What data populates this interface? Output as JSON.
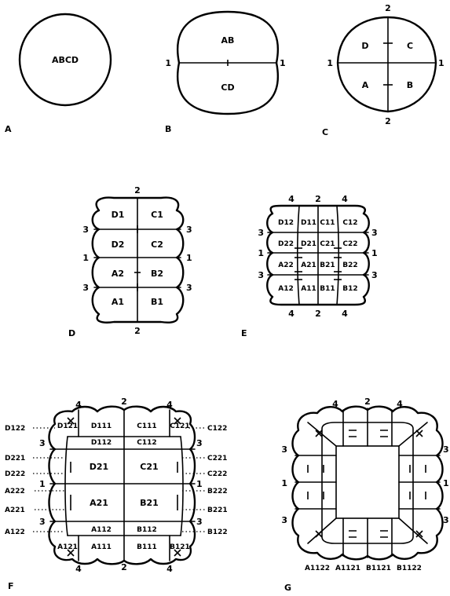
{
  "panels": {
    "a": {
      "label": "A",
      "text": "ABCD"
    },
    "b": {
      "label": "B",
      "top": "AB",
      "bottom": "CD",
      "num": "1"
    },
    "c": {
      "label": "C",
      "cells": {
        "tl": "D",
        "tr": "C",
        "bl": "A",
        "br": "B"
      },
      "num1": "1",
      "num2": "2"
    },
    "d": {
      "label": "D",
      "rows": [
        [
          "D1",
          "C1"
        ],
        [
          "D2",
          "C2"
        ],
        [
          "A2",
          "B2"
        ],
        [
          "A1",
          "B1"
        ]
      ],
      "left_nums": [
        "3",
        "1",
        "3"
      ],
      "right_nums": [
        "3",
        "1",
        "3"
      ],
      "top": "2",
      "bottom": "2"
    },
    "e": {
      "label": "E",
      "rows": [
        [
          "D12",
          "D11",
          "C11",
          "C12"
        ],
        [
          "D22",
          "D21",
          "C21",
          "C22"
        ],
        [
          "A22",
          "A21",
          "B21",
          "B22"
        ],
        [
          "A12",
          "A11",
          "B11",
          "B12"
        ]
      ],
      "top_nums": [
        "4",
        "2",
        "4"
      ],
      "bottom_nums": [
        "4",
        "2",
        "4"
      ],
      "left_nums": [
        "3",
        "1",
        "3"
      ],
      "right_nums": [
        "3",
        "1",
        "3"
      ]
    },
    "f": {
      "label": "F",
      "top_cells": [
        "D121",
        "D111",
        "C111",
        "C121"
      ],
      "second_cells": [
        "D112",
        "C112"
      ],
      "center_top": [
        "D21",
        "C21"
      ],
      "center_bottom": [
        "A21",
        "B21"
      ],
      "lower_cells": [
        "A112",
        "B112"
      ],
      "bottom_cells": [
        "A121",
        "A111",
        "B111",
        "B121"
      ],
      "left_outside": [
        "D122",
        "D221",
        "D222",
        "A222",
        "A221",
        "A122"
      ],
      "right_outside": [
        "C122",
        "C221",
        "C222",
        "B222",
        "B221",
        "B122"
      ],
      "top_nums": [
        "4",
        "2",
        "4"
      ],
      "bottom_nums": [
        "4",
        "2",
        "4"
      ],
      "left_nums": [
        "3",
        "1",
        "3"
      ],
      "right_nums": [
        "3",
        "1",
        "3"
      ]
    },
    "g": {
      "label": "G",
      "bottom_labels": [
        "A1122",
        "A1121",
        "B1121",
        "B1122"
      ],
      "top_nums": [
        "4",
        "2",
        "4"
      ],
      "left_nums": [
        "3",
        "1",
        "3"
      ],
      "right_nums": [
        "3",
        "1",
        "3"
      ]
    }
  }
}
